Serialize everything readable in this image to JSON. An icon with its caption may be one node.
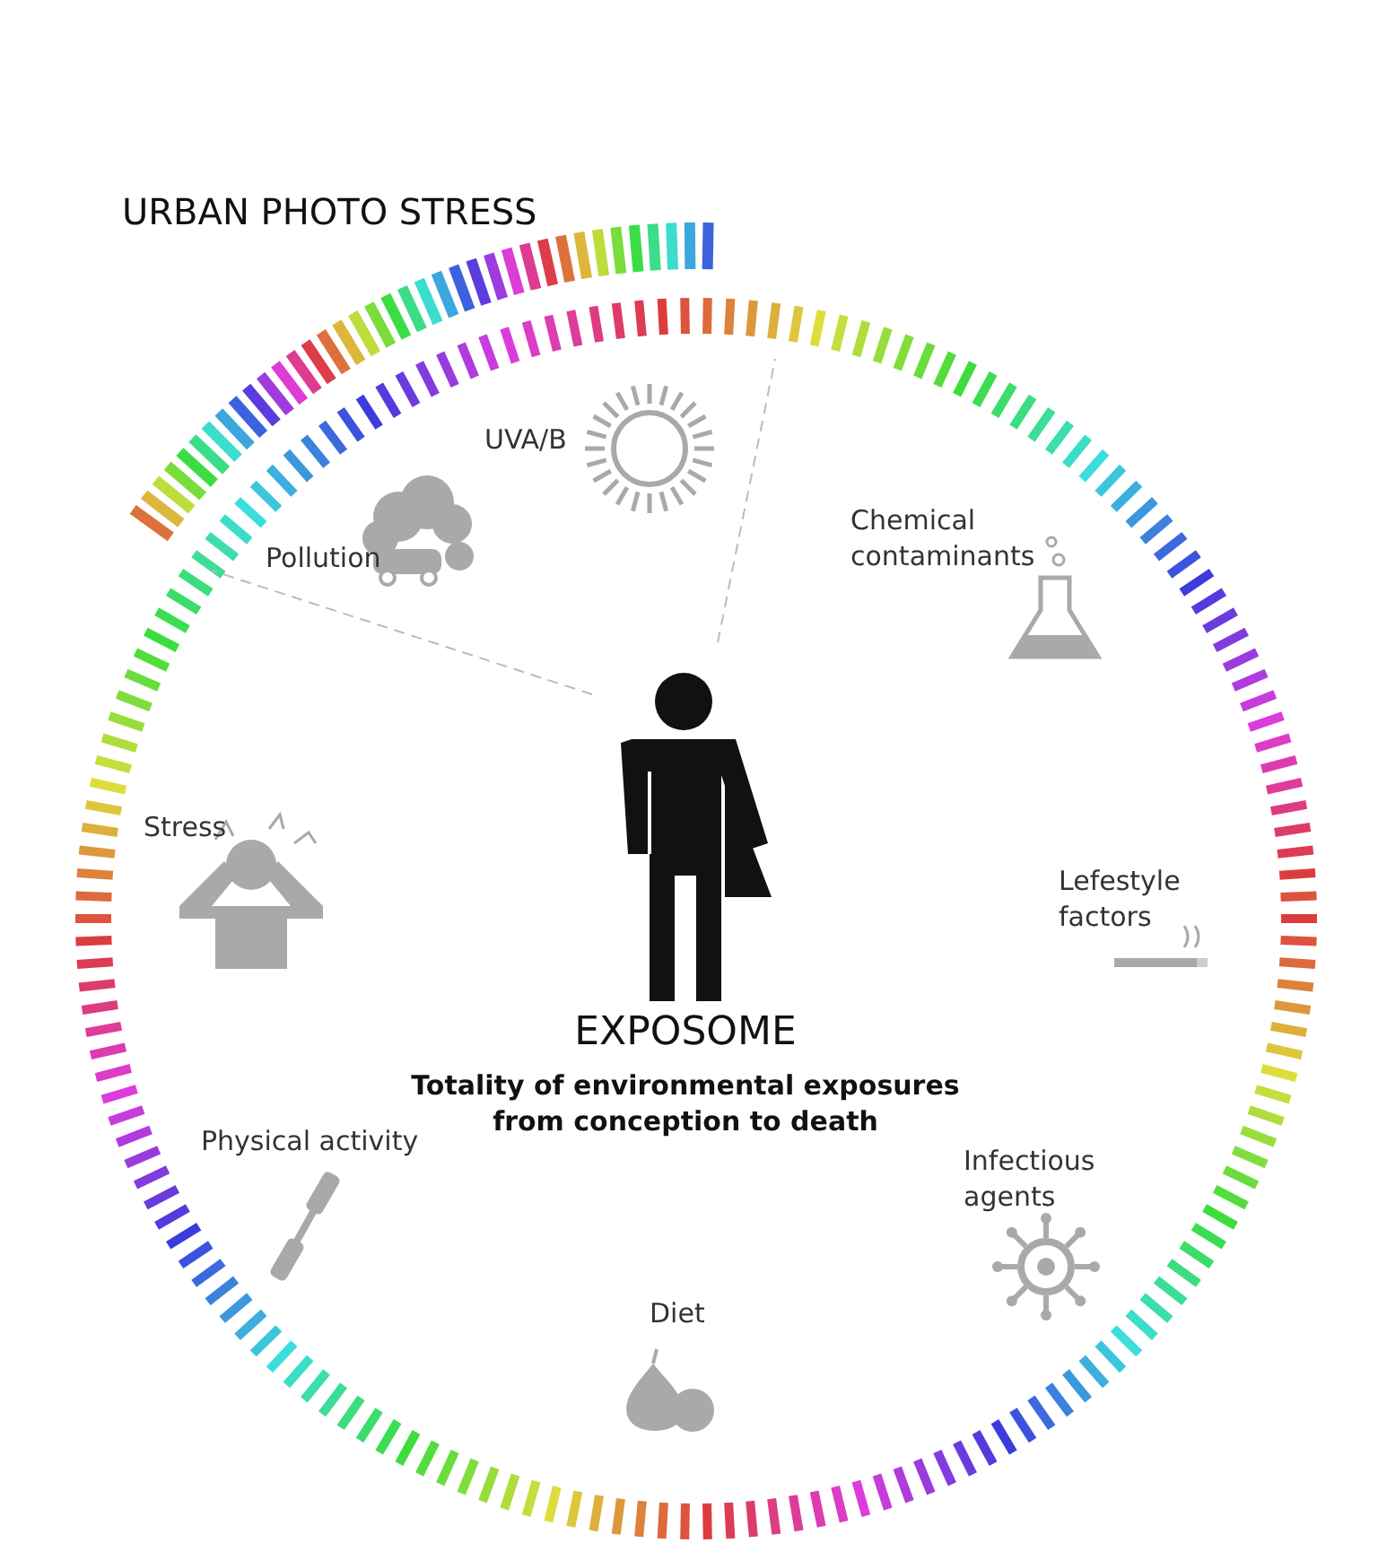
{
  "diagram": {
    "labels": [
      "URBAN PHOTO STRESS",
      "UVA/B",
      "Chemical contaminants",
      "Pollution",
      "Stress",
      "Lefestyle factors",
      "EXPOSOME",
      "Totality of environmental exposures from conception to death",
      "Physical activity",
      "Infectious agents",
      "Diet"
    ]
  }
}
